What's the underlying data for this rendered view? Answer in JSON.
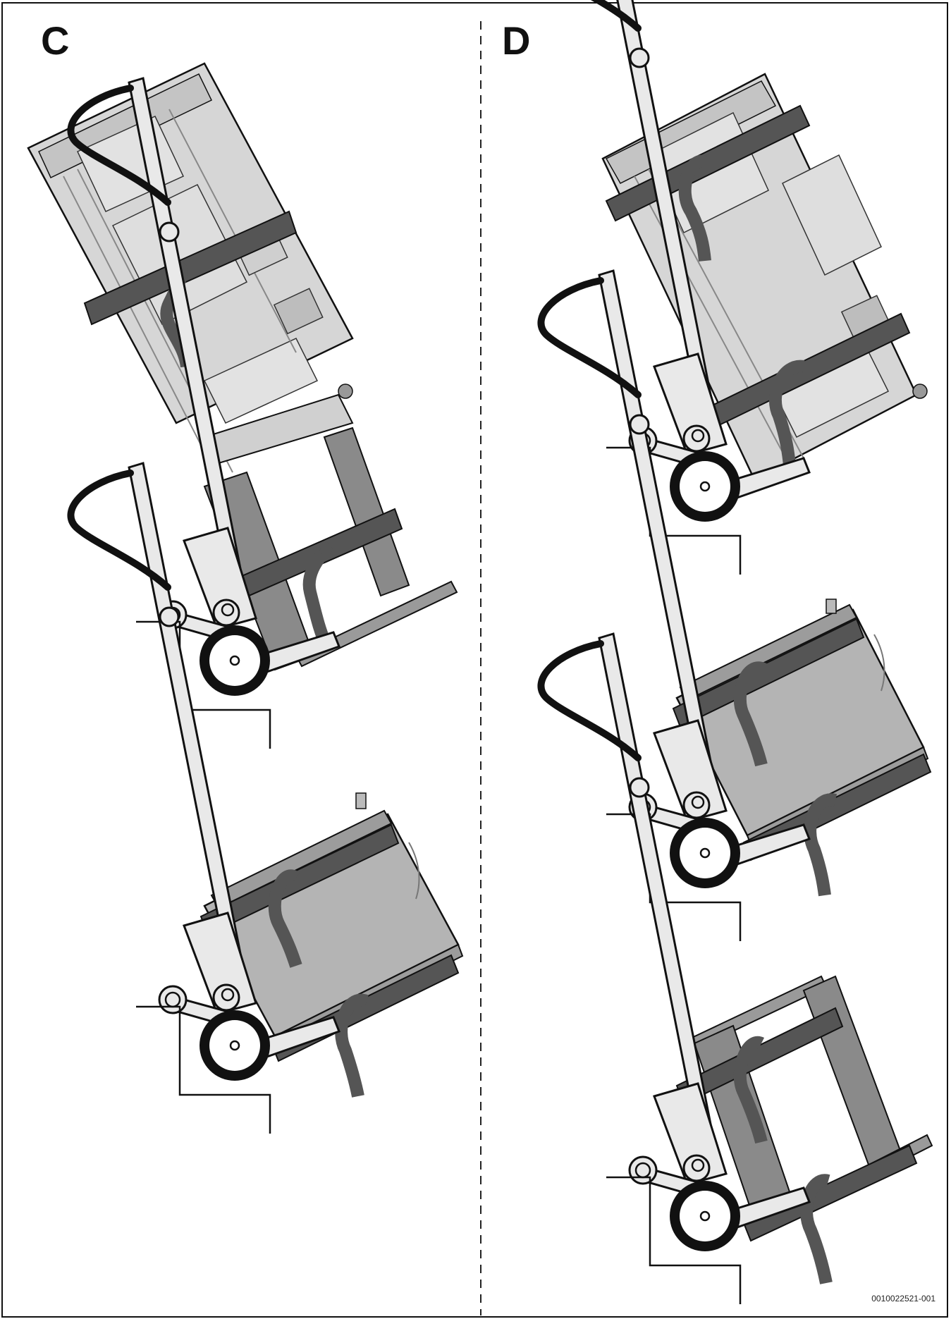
{
  "panels": {
    "c": {
      "label": "C"
    },
    "d": {
      "label": "D"
    }
  },
  "figure_code": "0010022521-001",
  "colors": {
    "line": "#111111",
    "unit_light": "#d6d6d6",
    "unit_mid": "#b4b4b4",
    "unit_dark": "#7a7a7a",
    "strap": "#555555",
    "strap_dark": "#444444",
    "truck_fill": "#e9e9e9"
  }
}
